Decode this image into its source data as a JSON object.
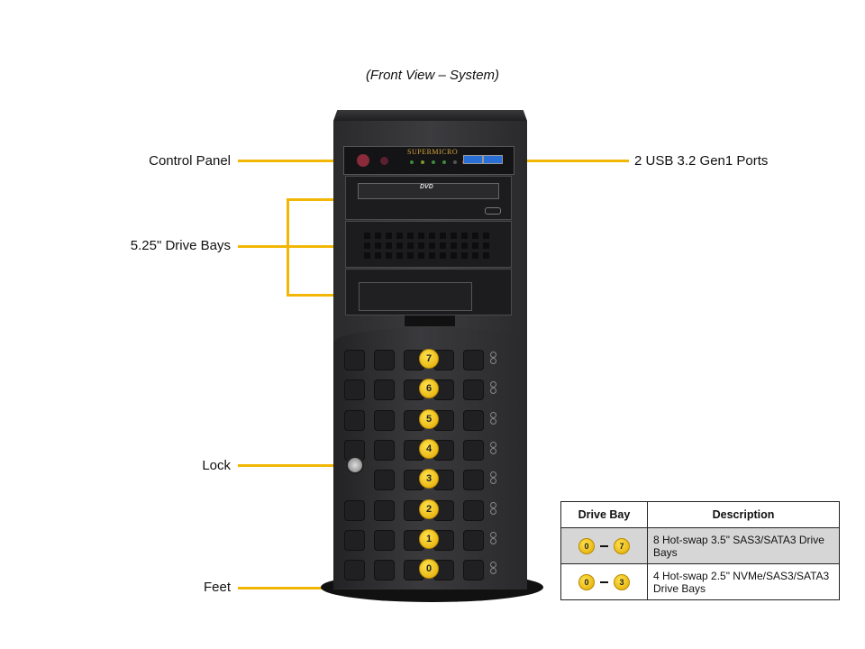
{
  "title": "(Front View – System)",
  "callouts": {
    "control_panel": "Control Panel",
    "drive_bays_525": "5.25\" Drive Bays",
    "lock": "Lock",
    "feet": "Feet",
    "usb": "2 USB 3.2 Gen1 Ports"
  },
  "chassis": {
    "brand": "SUPERMICRO",
    "bay_numbers": [
      "7",
      "6",
      "5",
      "4",
      "3",
      "2",
      "1",
      "0"
    ],
    "accent_color": "#f2b705"
  },
  "table": {
    "headers": [
      "Drive Bay",
      "Description"
    ],
    "rows": [
      {
        "from": "0",
        "to": "7",
        "description": "8 Hot-swap 3.5\" SAS3/SATA3 Drive Bays"
      },
      {
        "from": "0",
        "to": "3",
        "description": "4 Hot-swap 2.5\" NVMe/SAS3/SATA3 Drive Bays"
      }
    ]
  }
}
